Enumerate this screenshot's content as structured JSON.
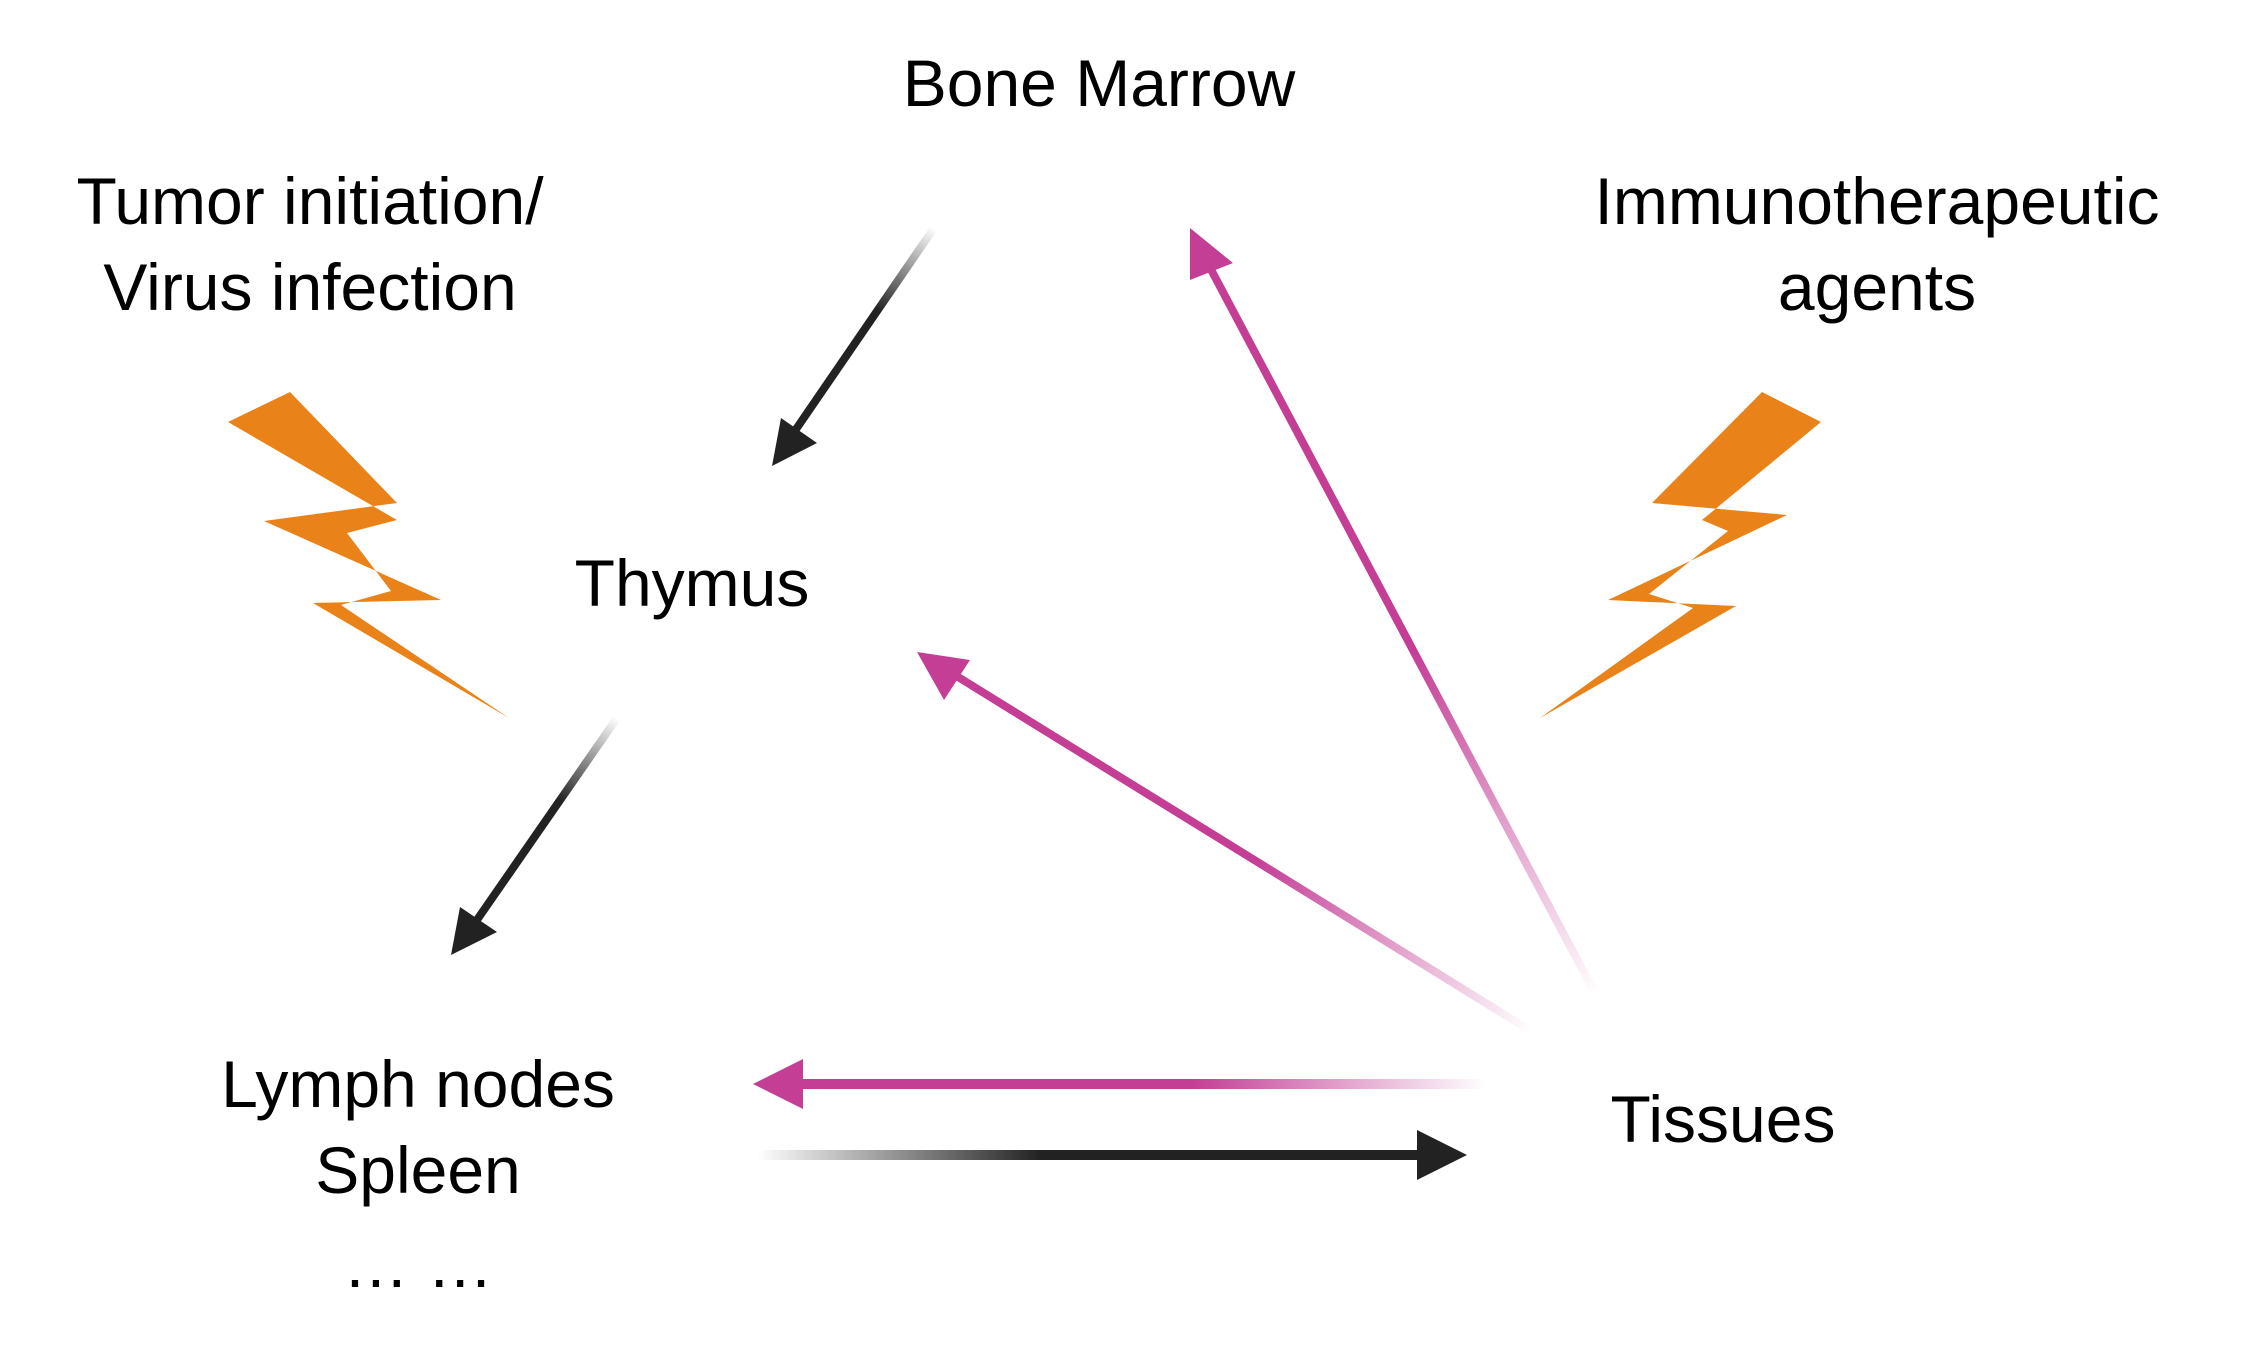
{
  "diagram": {
    "nodes": {
      "bone_marrow": "Bone Marrow",
      "thymus": "Thymus",
      "lymph_nodes": "Lymph nodes",
      "spleen": "Spleen",
      "ellipsis": "… …",
      "tissues": "Tissues"
    },
    "stimuli": {
      "left_line1": "Tumor initiation/",
      "left_line2": "Virus infection",
      "right_line1": "Immunotherapeutic",
      "right_line2": "agents"
    },
    "edges": [
      {
        "from": "Bone Marrow",
        "to": "Thymus",
        "color": "black"
      },
      {
        "from": "Thymus",
        "to": "Lymph nodes",
        "color": "black"
      },
      {
        "from": "Lymph nodes",
        "to": "Tissues",
        "color": "black"
      },
      {
        "from": "Tissues",
        "to": "Lymph nodes",
        "color": "magenta"
      },
      {
        "from": "Tissues",
        "to": "Thymus",
        "color": "magenta"
      },
      {
        "from": "Tissues",
        "to": "Bone Marrow",
        "color": "magenta"
      }
    ],
    "colors": {
      "forward_arrow": "#222222",
      "return_arrow": "#c43e96",
      "lightning": "#e98319"
    }
  }
}
